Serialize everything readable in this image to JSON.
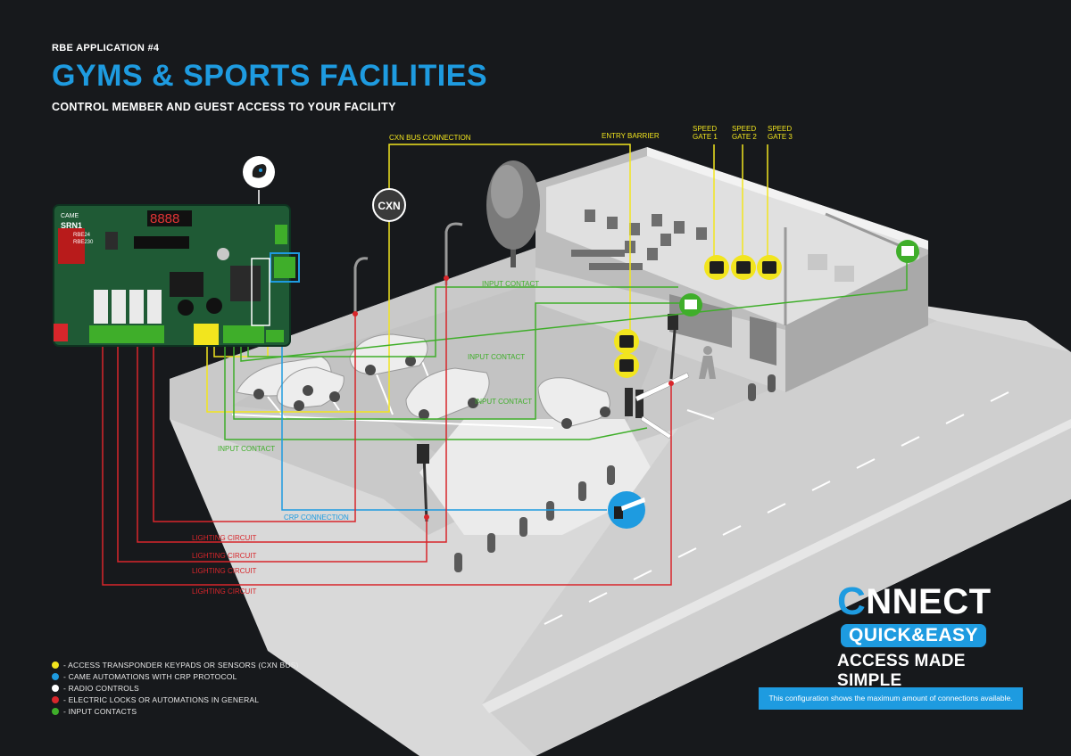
{
  "header": {
    "kicker": "RBE APPLICATION #4",
    "title": "GYMS & SPORTS FACILITIES",
    "subtitle": "CONTROL MEMBER AND GUEST ACCESS TO YOUR FACILITY"
  },
  "labels": {
    "cxn_bus": "CXN BUS CONNECTION",
    "entry_barrier": "ENTRY BARRIER",
    "speed_gate_1_a": "SPEED",
    "speed_gate_1_b": "GATE 1",
    "speed_gate_2_a": "SPEED",
    "speed_gate_2_b": "GATE 2",
    "speed_gate_3_a": "SPEED",
    "speed_gate_3_b": "GATE 3",
    "input_contact_1": "INPUT CONTACT",
    "input_contact_2": "INPUT CONTACT",
    "input_contact_3": "INPUT CONTACT",
    "input_contact_4": "INPUT CONTACT",
    "crp_connection": "CRP CONNECTION",
    "lighting_1": "LIGHTING CIRCUIT",
    "lighting_2": "LIGHTING CIRCUIT",
    "lighting_3": "LIGHTING CIRCUIT",
    "lighting_4": "LIGHTING CIRCUIT",
    "cxn_badge": "CXN"
  },
  "board": {
    "brand": "CAME",
    "model": "SRN1",
    "variant_1": "RBE24",
    "variant_2": "RBE230",
    "display": "8888"
  },
  "legend": [
    {
      "color": "#f2e51e",
      "text": "- ACCESS TRANSPONDER KEYPADS OR SENSORS (CXN BUS)"
    },
    {
      "color": "#1e9be0",
      "text": "- CAME AUTOMATIONS WITH CRP PROTOCOL"
    },
    {
      "color": "#ffffff",
      "text": "- RADIO CONTROLS"
    },
    {
      "color": "#d8262b",
      "text": "- ELECTRIC LOCKS OR AUTOMATIONS IN GENERAL"
    },
    {
      "color": "#3fae2a",
      "text": "- INPUT CONTACTS"
    }
  ],
  "brand": {
    "c_letter": "C",
    "connect_rest": "NNECT",
    "quick_easy": "QUICK&EASY",
    "tagline": "ACCESS MADE SIMPLE"
  },
  "note": "This configuration shows the maximum amount of connections available.",
  "colors": {
    "accent_blue": "#1e9be0",
    "cxn_yellow": "#f2e51e",
    "lighting_red": "#d8262b",
    "input_green": "#3fae2a",
    "background": "#17191c"
  }
}
